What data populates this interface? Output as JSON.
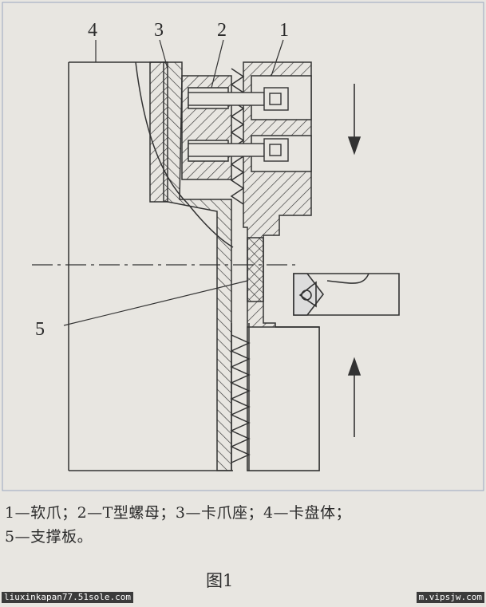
{
  "labels": {
    "n1": "1",
    "n2": "2",
    "n3": "3",
    "n4": "4",
    "n5": "5"
  },
  "caption": {
    "line1": "1—软爪；2—T型螺母；3—卡爪座；4—卡盘体；",
    "line2": "5—支撑板。"
  },
  "figure_title": "图1",
  "watermark": {
    "left": "liuxinkapan77.51sole.com",
    "right": "m.vipsjw.com"
  }
}
